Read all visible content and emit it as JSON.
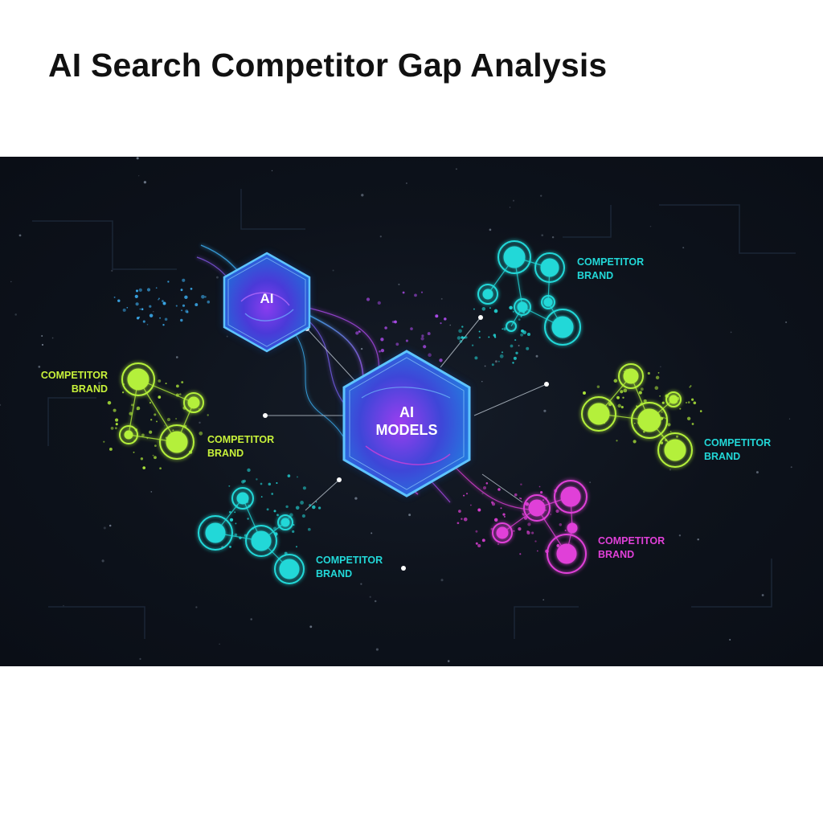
{
  "title": "AI Search Competitor Gap Analysis",
  "hubs": {
    "ai": "AI",
    "models_line1": "AI",
    "models_line2": "MODELS"
  },
  "competitors": [
    {
      "line1": "COMPETITOR",
      "line2": "BRAND",
      "color": "#c8f23a"
    },
    {
      "line1": "COMPETITOR",
      "line2": "BRAND",
      "color": "#c8f23a"
    },
    {
      "line1": "COMPETITOR",
      "line2": "BRAND",
      "color": "#22d8d8"
    },
    {
      "line1": "COMPETITOR",
      "line2": "BRAND",
      "color": "#22d8d8"
    },
    {
      "line1": "COMPETITOR",
      "line2": "BRAND",
      "color": "#22d8d8"
    },
    {
      "line1": "COMPETITOR",
      "line2": "BRAND",
      "color": "#e040d8"
    }
  ],
  "colors": {
    "background": "#0d121b",
    "hub_glow": "#3fb8ff",
    "hub_core": "#6a2fd6",
    "lime": "#b4f03a",
    "cyan": "#22d8d8",
    "magenta": "#e040d8"
  }
}
